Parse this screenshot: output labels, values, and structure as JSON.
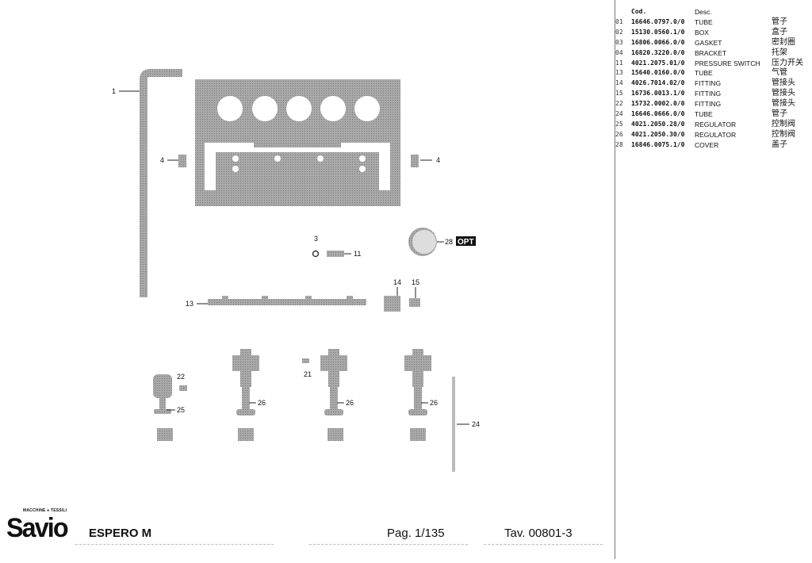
{
  "parts_table": {
    "header": {
      "cod": "Cod.",
      "desc": "Desc."
    },
    "rows": [
      {
        "pos": "01",
        "cod": "16646.0797.0/0",
        "desc": "TUBE",
        "cn": "管子"
      },
      {
        "pos": "02",
        "cod": "15130.0560.1/0",
        "desc": "BOX",
        "cn": "盒子"
      },
      {
        "pos": "03",
        "cod": "16806.0066.0/0",
        "desc": "GASKET",
        "cn": "密封圈"
      },
      {
        "pos": "04",
        "cod": "16820.3220.0/0",
        "desc": "BRACKET",
        "cn": "托架"
      },
      {
        "pos": "11",
        "cod": "4021.2075.01/0",
        "desc": "PRESSURE SWITCH",
        "cn": "压力开关"
      },
      {
        "pos": "13",
        "cod": "15640.0160.0/0",
        "desc": "TUBE",
        "cn": "气管"
      },
      {
        "pos": "14",
        "cod": "4026.7014.02/0",
        "desc": "FITTING",
        "cn": "管接头"
      },
      {
        "pos": "15",
        "cod": "16736.0013.1/0",
        "desc": "FITTING",
        "cn": "管接头"
      },
      {
        "pos": "22",
        "cod": "15732.0002.0/0",
        "desc": "FITTING",
        "cn": "管接头"
      },
      {
        "pos": "24",
        "cod": "16646.0666.0/0",
        "desc": "TUBE",
        "cn": "管子"
      },
      {
        "pos": "25",
        "cod": "4021.2050.28/0",
        "desc": "REGULATOR",
        "cn": "控制阀"
      },
      {
        "pos": "26",
        "cod": "4021.2050.30/0",
        "desc": "REGULATOR",
        "cn": "控制阀"
      },
      {
        "pos": "28",
        "cod": "16846.0075.1/0",
        "desc": "COVER",
        "cn": "盖子"
      }
    ]
  },
  "callouts": {
    "c1": "1",
    "c4a": "4",
    "c4b": "4",
    "c3": "3",
    "c11": "11",
    "c28": "28",
    "opt": "OPT",
    "c13": "13",
    "c14": "14",
    "c15": "15",
    "c22": "22",
    "c25": "25",
    "c21": "21",
    "c26a": "26",
    "c26b": "26",
    "c26c": "26",
    "c24": "24"
  },
  "footer": {
    "logo_small": "MACCHINE ● TESSILI",
    "logo": "Savio",
    "model": "ESPERO M",
    "page": "Pag. 1/135",
    "tav": "Tav. 00801-3"
  }
}
